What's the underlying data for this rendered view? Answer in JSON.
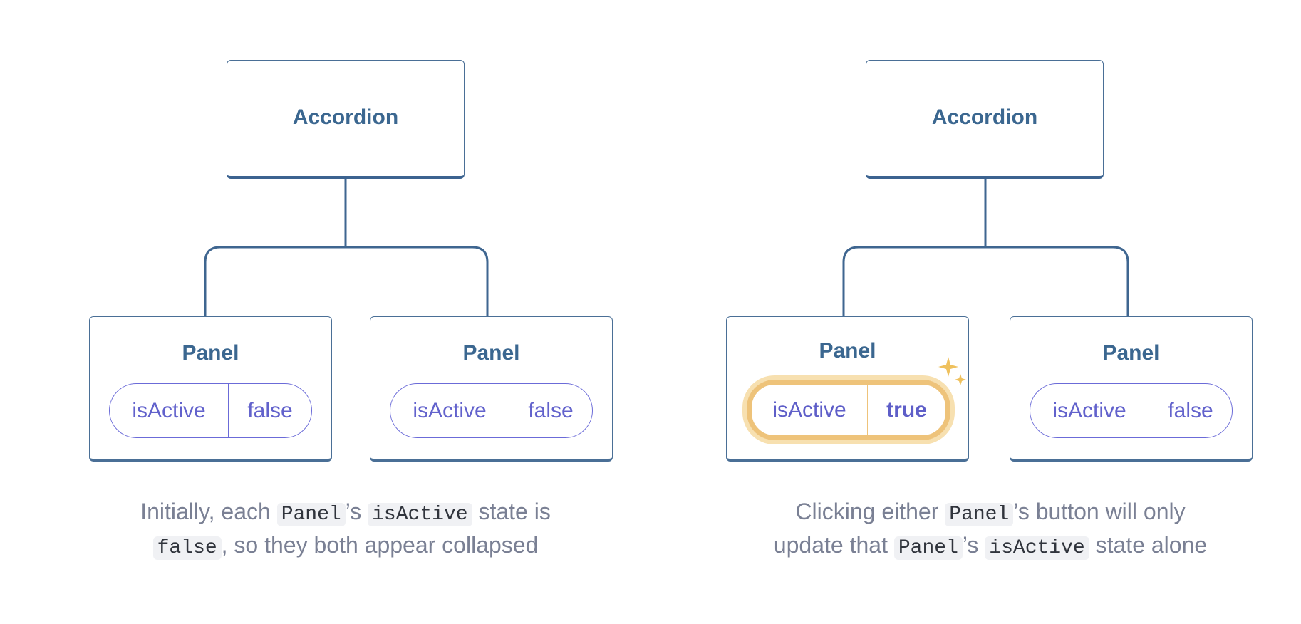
{
  "left": {
    "parent": {
      "label": "Accordion"
    },
    "panels": [
      {
        "label": "Panel",
        "state_key": "isActive",
        "state_value": "false"
      },
      {
        "label": "Panel",
        "state_key": "isActive",
        "state_value": "false"
      }
    ],
    "caption": {
      "line1_a": "Initially, each ",
      "line1_code1": "Panel",
      "line1_b": "’s ",
      "line1_code2": "isActive",
      "line1_c": " state is",
      "line2_code": "false",
      "line2_a": ", so they both appear collapsed"
    }
  },
  "right": {
    "parent": {
      "label": "Accordion"
    },
    "panels": [
      {
        "label": "Panel",
        "state_key": "isActive",
        "state_value": "true"
      },
      {
        "label": "Panel",
        "state_key": "isActive",
        "state_value": "false"
      }
    ],
    "caption": {
      "line1_a": "Clicking either ",
      "line1_code": "Panel",
      "line1_b": "’s button will only",
      "line2_a": "update that ",
      "line2_code1": "Panel",
      "line2_b": "’s ",
      "line2_code2": "isActive",
      "line2_c": " state alone"
    }
  },
  "colors": {
    "tree_line": "#3f6690",
    "label": "#3b6790",
    "state": "#6262cc",
    "highlight": "#eec37a",
    "sparkle": "#efc15e",
    "caption": "#7a8094"
  },
  "icons": {
    "sparkle": "sparkle-icon"
  }
}
